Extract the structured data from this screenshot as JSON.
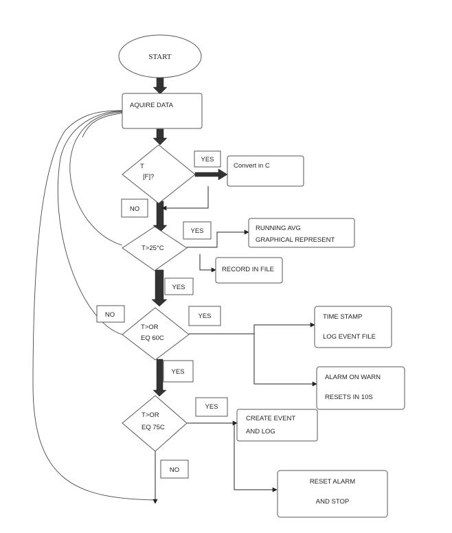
{
  "flowchart": {
    "start": "START",
    "acquire": "AQUIRE DATA",
    "decision_unit_line1": "T",
    "decision_unit_line2": "[F]?",
    "convert": "Convert in C",
    "decision_25": "T>25°C",
    "running_avg_line1": "RUNNING AVG",
    "running_avg_line2": "GRAPHICAL REPRESENT",
    "record": "RECORD IN FILE",
    "decision_60_line1": "T>OR",
    "decision_60_line2": "EQ 60C",
    "timestamp_line1": "TIME STAMP",
    "timestamp_line2": "LOG EVENT FILE",
    "alarm_line1": "ALARM ON WARN",
    "alarm_line2": "RESETS IN 10S",
    "decision_75_line1": "T>OR",
    "decision_75_line2": "EQ 75C",
    "create_event_line1": "CREATE EVENT",
    "create_event_line2": "AND LOG",
    "reset_line1": "RESET ALARM",
    "reset_line2": "AND STOP"
  },
  "labels": {
    "yes_unit": "YES",
    "no_unit": "NO",
    "yes_25": "YES",
    "yes_25_down": "YES",
    "no_60": "NO",
    "yes_60": "YES",
    "yes_60_down": "YES",
    "yes_75": "YES",
    "no_75": "NO"
  }
}
